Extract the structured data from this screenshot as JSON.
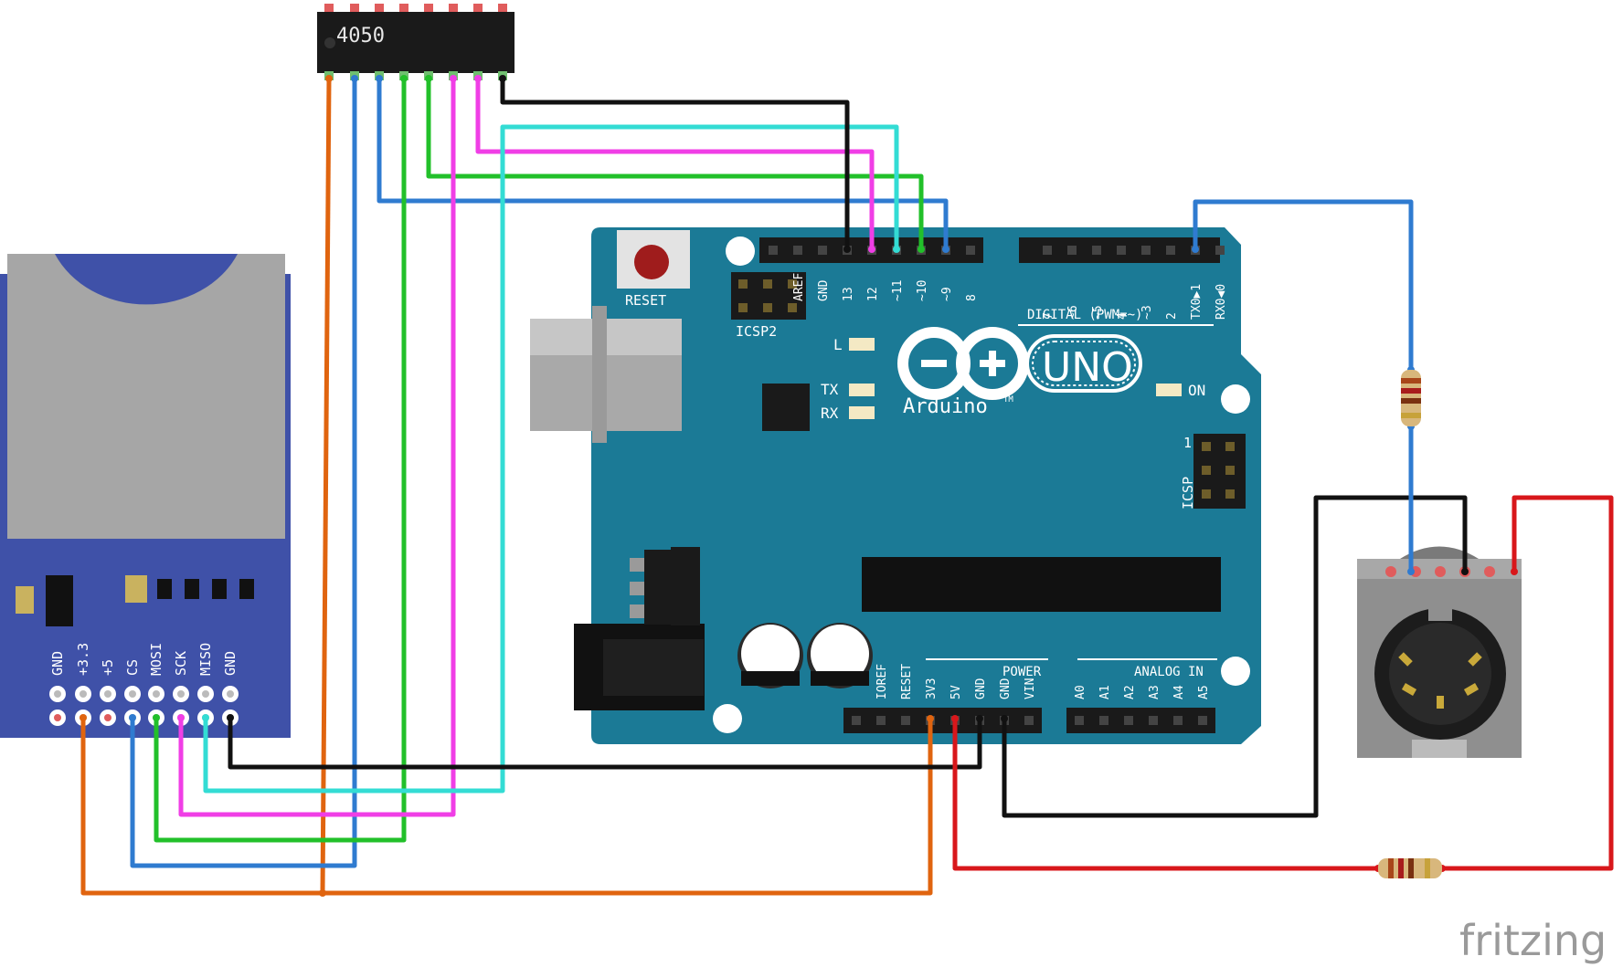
{
  "chip": {
    "label": "4050"
  },
  "sd_module": {
    "pins": [
      "GND",
      "+3.3",
      "+5",
      "CS",
      "MOSI",
      "SCK",
      "MISO",
      "GND"
    ]
  },
  "arduino": {
    "board_name": "UNO",
    "brand": "Arduino",
    "trademark": "TM",
    "reset_label": "RESET",
    "icsp2_label": "ICSP2",
    "icsp_label": "ICSP",
    "icsp_pin1": "1",
    "led_l": "L",
    "led_tx": "TX",
    "led_rx": "RX",
    "led_on": "ON",
    "digital_label": "DIGITAL (PWM=~)",
    "header_top_left": [
      "AREF",
      "GND",
      "13",
      "12",
      "~11",
      "~10",
      "~9",
      "8"
    ],
    "header_top_right": [
      "7",
      "~6",
      "~5",
      "4",
      "~3",
      "2",
      "TX0▶1",
      "RX0◀0"
    ],
    "power_label": "POWER",
    "analog_label": "ANALOG IN",
    "power_pins": [
      "IOREF",
      "RESET",
      "3V3",
      "5V",
      "GND",
      "GND",
      "VIN"
    ],
    "analog_pins": [
      "A0",
      "A1",
      "A2",
      "A3",
      "A4",
      "A5"
    ]
  },
  "watermark": "fritzing",
  "colors": {
    "board": "#1b7a96",
    "wire_orange": "#e0640f",
    "wire_blue": "#2f7bd0",
    "wire_green": "#22c02a",
    "wire_magenta": "#f03ee6",
    "wire_cyan": "#33dcd4",
    "wire_black": "#111111",
    "wire_red": "#d8171b"
  }
}
